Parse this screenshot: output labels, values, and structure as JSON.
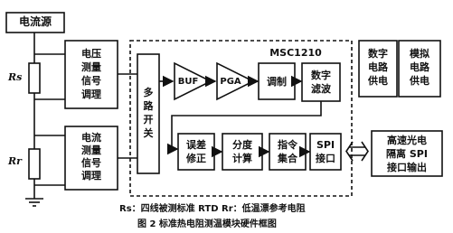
{
  "blocks": {
    "power_source": "电流源",
    "voltage_cond": "电压\n测量\n信号\n调理",
    "current_cond": "电流\n测量\n信号\n调理",
    "mux": "多\n路\n开\n关",
    "buf": "BUF",
    "pga": "PGA",
    "mod": "调制",
    "filter": "数字\n滤波",
    "err": "误差\n修正",
    "calc": "分度\n计算",
    "cmd": "指令\n集合",
    "spi": "SPI\n接口",
    "dig_power": "数字\n电路\n供电",
    "ana_power": "模拟\n电路\n供电",
    "output": "高速光电\n隔离 SPI\n接口输出"
  },
  "chip_label": "MSC1210",
  "resistors": {
    "rs": "Rs",
    "rr": "Rr"
  },
  "legend": "Rs：四线被测标准 RTD    Rr：低温漂参考电阻",
  "figure_caption": "图 2  标准热电阻测温模块硬件框图"
}
